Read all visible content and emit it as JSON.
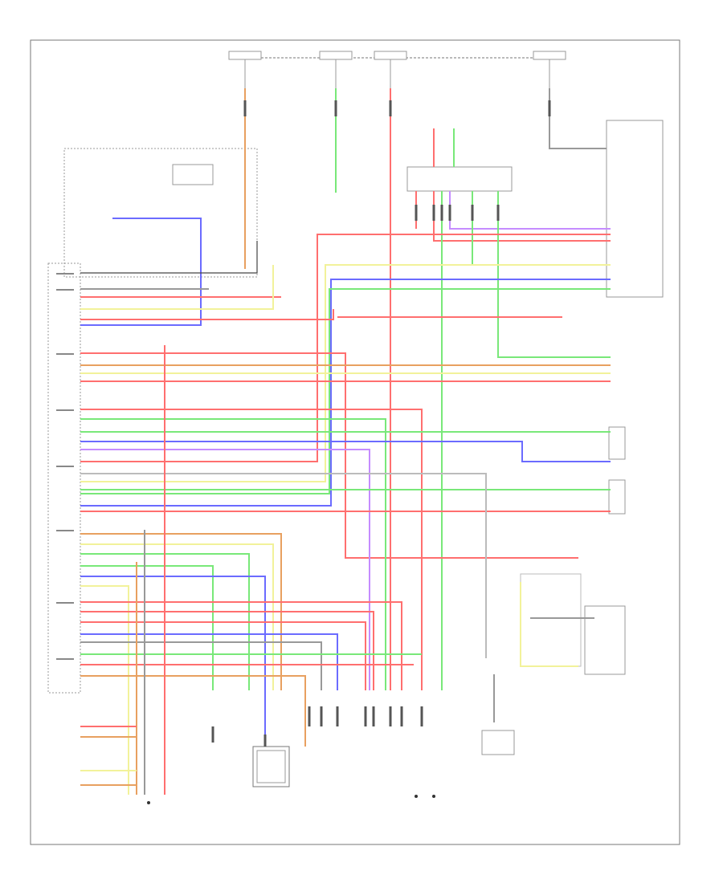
{
  "diagram": {
    "type": "automotive wiring diagram",
    "colors": {
      "red": "#ff6f6f",
      "orange": "#e8a060",
      "green": "#79e879",
      "yellow": "#f2f29a",
      "blue": "#6b6bff",
      "violet": "#c58cff",
      "gray": "#999999",
      "black": "#444444",
      "border": "#777777"
    },
    "footer_text": "",
    "components": [
      {
        "id": "top-fuse-1",
        "label": ""
      },
      {
        "id": "top-fuse-2",
        "label": ""
      },
      {
        "id": "top-fuse-3",
        "label": ""
      },
      {
        "id": "top-fuse-4",
        "label": ""
      },
      {
        "id": "engine-control-module",
        "label": ""
      },
      {
        "id": "right-connector-box",
        "label": ""
      },
      {
        "id": "relay-box",
        "label": ""
      }
    ]
  }
}
